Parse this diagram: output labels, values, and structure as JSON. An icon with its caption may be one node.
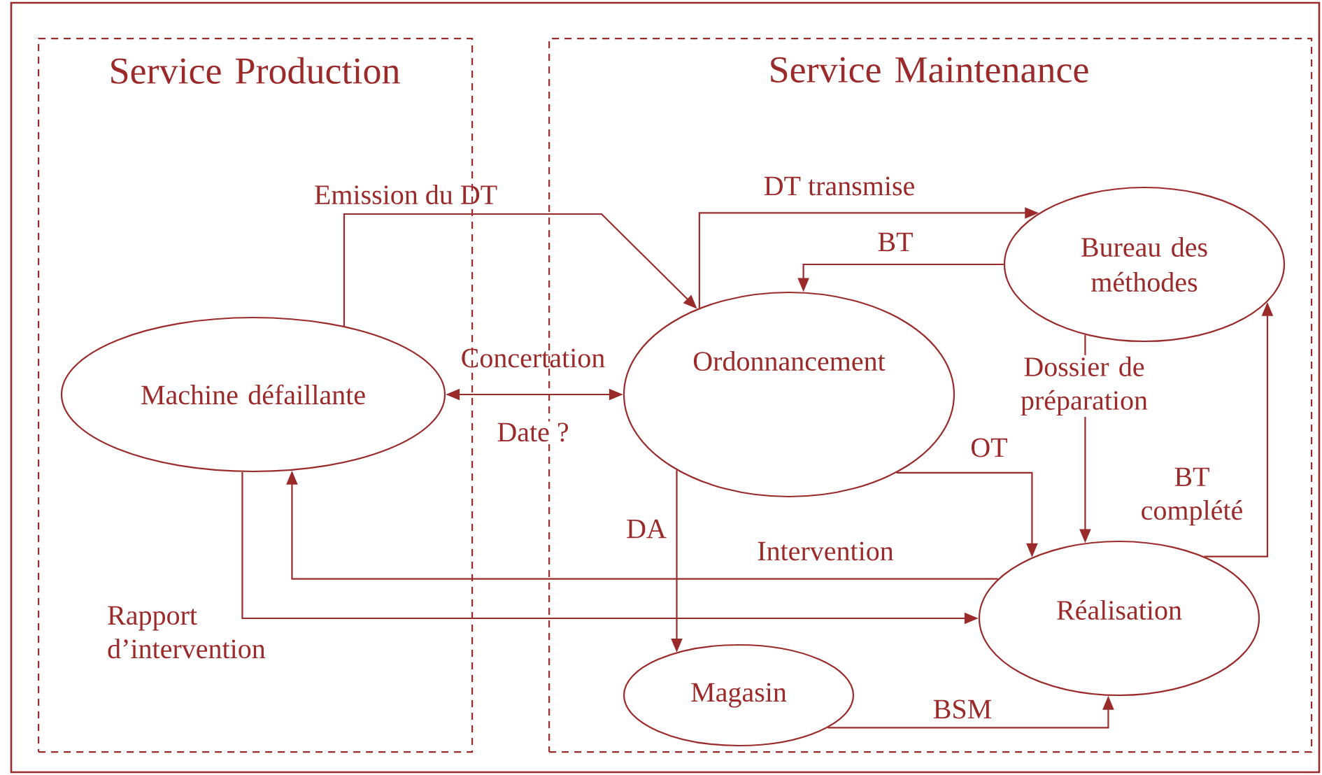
{
  "diagram": {
    "nodes": [
      {
        "text": [
          "Service Production"
        ]
      },
      {
        "text": [
          "Service Maintenance"
        ]
      },
      {
        "text": [
          "Machine défaillante"
        ],
        "in": 0
      },
      {
        "text": [
          "Ordonnancement"
        ],
        "in": 1
      },
      {
        "text": [
          "Bureau des méthodes"
        ],
        "in": 1
      },
      {
        "text": [
          "Réalisation"
        ],
        "in": 1
      },
      {
        "text": [
          "Magasin"
        ],
        "in": 1
      }
    ],
    "edges": [
      {
        "from": 2,
        "to": 3,
        "arrow": "to",
        "label": "Emission du DT"
      },
      {
        "from": 2,
        "to": 3,
        "arrow": "both",
        "label": "Concertation"
      },
      {
        "from": 3,
        "to": 4,
        "arrow": "to",
        "label": "DT transmise"
      },
      {
        "from": 4,
        "to": 3,
        "arrow": "to",
        "label": "BT"
      },
      {
        "from": 4,
        "to": 5,
        "arrow": "to",
        "label": "Dossier de préparation"
      },
      {
        "from": 3,
        "to": 5,
        "arrow": "to",
        "label": "OT"
      },
      {
        "from": 5,
        "to": 4,
        "arrow": "to",
        "label": "BT complété"
      },
      {
        "from": 3,
        "to": 6,
        "arrow": "to",
        "label": "DA"
      },
      {
        "from": 6,
        "to": 5,
        "arrow": "to",
        "label": "BSM"
      },
      {
        "from": 5,
        "to": 2,
        "arrow": "to",
        "label": "Intervention"
      },
      {
        "from": 2,
        "to": 5,
        "arrow": "to",
        "label": "Rapport d’intervention"
      }
    ],
    "labels": [
      "Date ?"
    ]
  }
}
